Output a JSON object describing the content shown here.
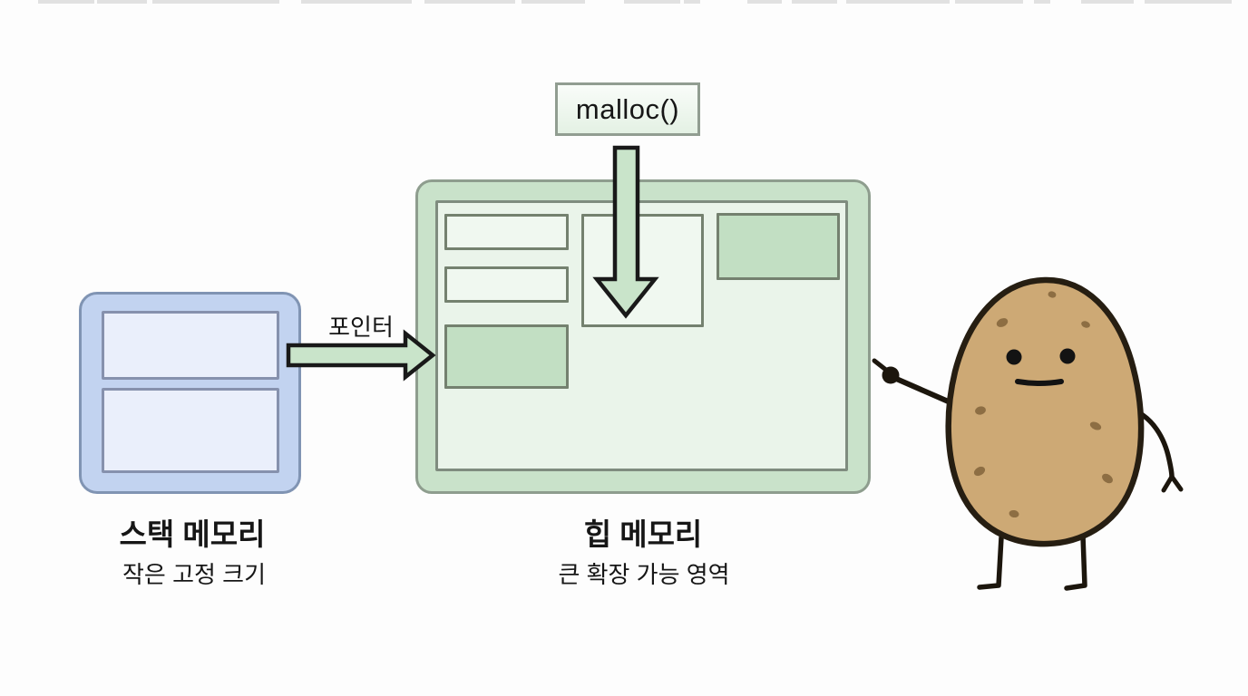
{
  "diagram_title_implicit": "",
  "malloc": {
    "label": "malloc()"
  },
  "pointer": {
    "label": "포인터"
  },
  "stack": {
    "title": "스택 메모리",
    "subtitle": "작은 고정 크기",
    "slot_count": 2
  },
  "heap": {
    "title": "힙 메모리",
    "subtitle": "큰 확장 가능 영역",
    "blocks": [
      {
        "name": "heap-block-free-1",
        "state": "free"
      },
      {
        "name": "heap-block-free-2",
        "state": "free"
      },
      {
        "name": "heap-block-allocated-1",
        "state": "allocated"
      },
      {
        "name": "heap-block-malloc-target",
        "state": "free"
      },
      {
        "name": "heap-block-allocated-2",
        "state": "allocated"
      }
    ]
  },
  "illustration": {
    "name": "potato-mascot",
    "pose": "pointing-at-heap"
  },
  "colors": {
    "background": "#fdfdfd",
    "stack_fill": "#c2d3f0",
    "stack_border": "#8094b3",
    "stack_slot_fill": "#eaeffb",
    "heap_fill": "#c9e2ca",
    "heap_panel_fill": "#eaf4ea",
    "heap_block_free": "#f0f8f0",
    "heap_block_allocated": "#c2dfc3",
    "arrow_fill": "#c9e4ca",
    "arrow_outline": "#191919",
    "text": "#161616",
    "potato_body": "#cda975",
    "potato_outline": "#261e12",
    "potato_spot": "#8d6e43"
  }
}
